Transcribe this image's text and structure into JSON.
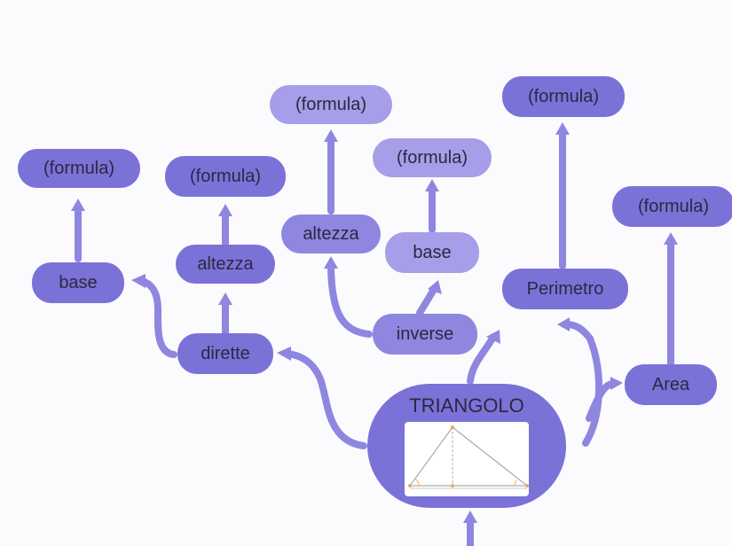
{
  "diagram": {
    "center": {
      "title": "TRIANGOLO",
      "image": "right-triangle-figure"
    },
    "nodes": {
      "base_left": "base",
      "formula_base_left": "(formula)",
      "dirette": "dirette",
      "altezza_dirette": "altezza",
      "formula_altezza_dirette": "(formula)",
      "inverse": "inverse",
      "altezza_inverse": "altezza",
      "formula_altezza_inverse": "(formula)",
      "base_inverse": "base",
      "formula_base_inverse": "(formula)",
      "perimetro": "Perimetro",
      "formula_perimetro": "(formula)",
      "area": "Area",
      "formula_area": "(formula)"
    },
    "colors": {
      "node_dark": "#7b72d8",
      "node_mid": "#8f86e0",
      "node_light": "#a69ee8",
      "connector": "#8f86e0",
      "text": "#2c2840"
    }
  }
}
